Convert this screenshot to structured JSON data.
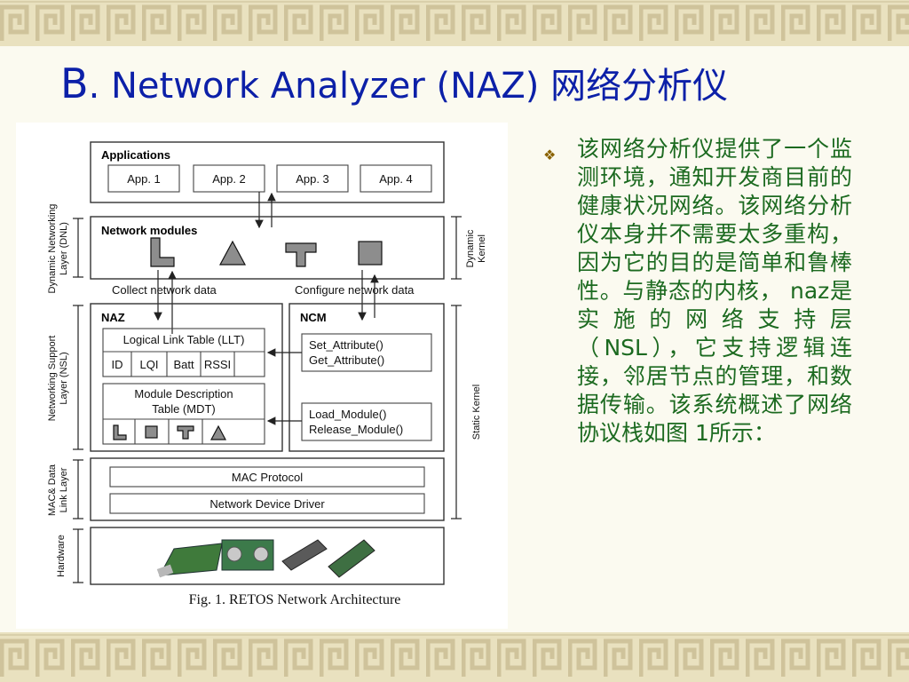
{
  "slide": {
    "title_letter": "B",
    "title_rest": ". Network Analyzer (NAZ) 网络分析仪",
    "bullet_text": "该网络分析仪提供了一个监测环境，通知开发商目前的健康状况网络。该网络分析仪本身并不需要太多重构，因为它的目的是简单和鲁棒性。与静态的内核， naz是实施的网络支持层（NSL），它支持逻辑连接，邻居节点的管理，和数据传输。该系统概述了网络协议栈如图 1所示："
  },
  "colors": {
    "title": "#0c20a8",
    "body_text": "#1c6a20",
    "bullet": "#8a6200",
    "background": "#fbfaf0"
  },
  "figure": {
    "caption": "Fig. 1. RETOS Network Architecture",
    "applications": {
      "title": "Applications",
      "apps": [
        "App. 1",
        "App. 2",
        "App. 3",
        "App. 4"
      ]
    },
    "network_modules": {
      "title": "Network modules"
    },
    "labels": {
      "collect": "Collect network data",
      "configure": "Configure network data"
    },
    "naz": {
      "title": "NAZ",
      "llt_title": "Logical Link Table (LLT)",
      "llt_cols": [
        "ID",
        "LQI",
        "Batt",
        "RSSI"
      ],
      "mdt_title_1": "Module Description",
      "mdt_title_2": "Table (MDT)"
    },
    "ncm": {
      "title": "NCM",
      "attr_1": "Set_Attribute()",
      "attr_2": "Get_Attribute()",
      "mod_1": "Load_Module()",
      "mod_2": "Release_Module()"
    },
    "mac": {
      "protocol": "MAC Protocol",
      "driver": "Network Device Driver"
    },
    "side_labels": {
      "dnl_1": "Dynamic Networking",
      "dnl_2": "Layer (DNL)",
      "nsl_1": "Networking Support",
      "nsl_2": "Layer (NSL)",
      "mac_1": "MAC& Data",
      "mac_2": "Link Layer",
      "hw": "Hardware",
      "dyn_1": "Dynamic",
      "dyn_2": "Kernel",
      "static": "Static Kernel"
    }
  }
}
